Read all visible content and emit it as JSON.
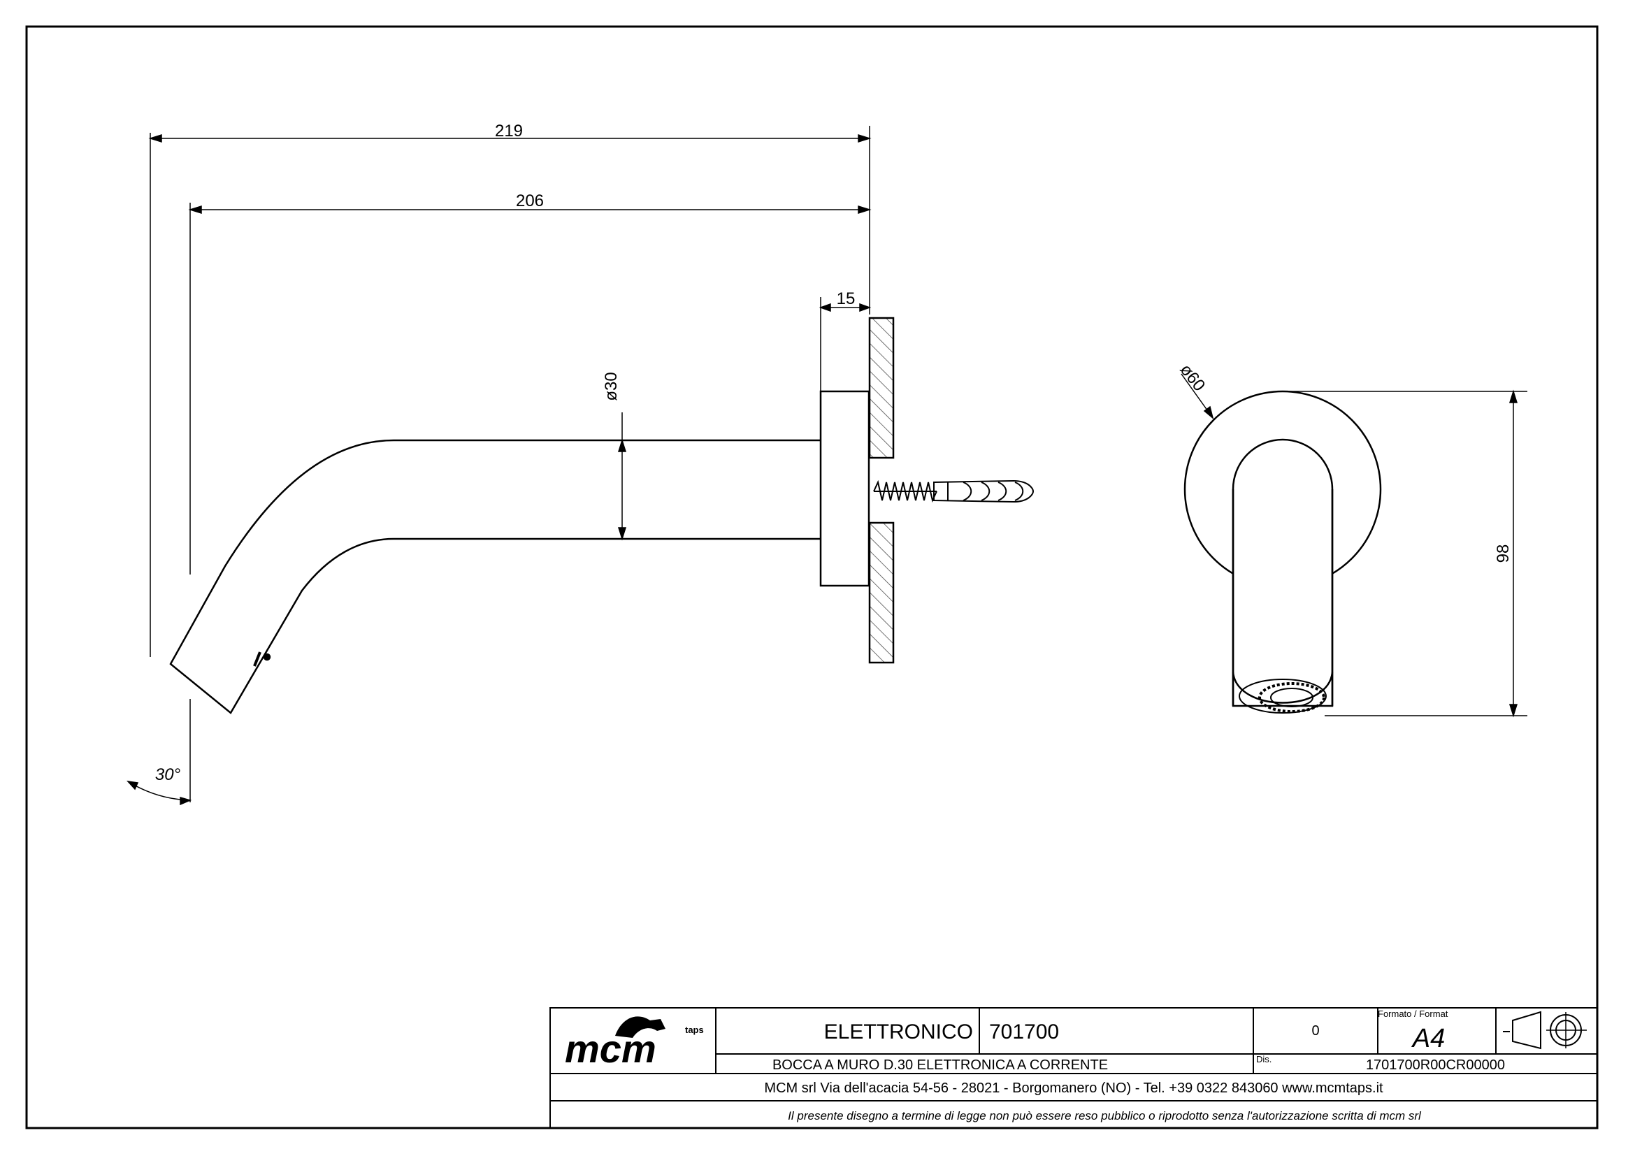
{
  "drawing": {
    "dimensions": {
      "overall_length": "219",
      "spout_length": "206",
      "flange_thickness": "15",
      "pipe_diameter": "ø30",
      "flange_diameter": "ø60",
      "height": "98",
      "angle": "30°"
    }
  },
  "title_block": {
    "logo_text": "mcm",
    "logo_small": "taps",
    "product_line": "ELETTRONICO",
    "code": "701700",
    "revision": "0",
    "format_label": "Formato / Format",
    "format_value": "A4",
    "description": "BOCCA A MURO D.30 ELETTRONICA A CORRENTE",
    "dis_label": "Dis.",
    "drawing_number": "1701700R00CR00000",
    "company_line": "MCM srl Via dell'acacia 54-56 - 28021 - Borgomanero (NO) - Tel. +39 0322 843060 www.mcmtaps.it",
    "legal_notice": "Il presente disegno a termine di legge non può essere reso pubblico o riprodotto senza l'autorizzazione scritta di mcm srl"
  }
}
